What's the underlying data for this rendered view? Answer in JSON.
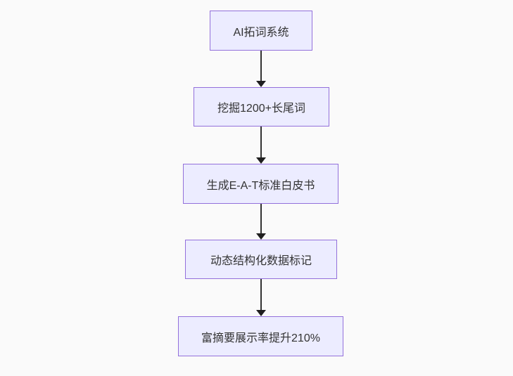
{
  "diagram": {
    "type": "flowchart",
    "direction": "top-down",
    "nodes": [
      {
        "id": "A",
        "label": "AI拓词系统"
      },
      {
        "id": "B",
        "label": "挖掘1200+长尾词"
      },
      {
        "id": "C",
        "label": "生成E-A-T标准白皮书"
      },
      {
        "id": "D",
        "label": "动态结构化数据标记"
      },
      {
        "id": "E",
        "label": "富摘要展示率提升210%"
      }
    ],
    "edges": [
      {
        "from": "A",
        "to": "B"
      },
      {
        "from": "B",
        "to": "C"
      },
      {
        "from": "C",
        "to": "D"
      },
      {
        "from": "D",
        "to": "E"
      }
    ],
    "colors": {
      "background": "#fafafa",
      "node_fill": "#ECECFF",
      "node_border": "#9370DB",
      "text": "#333333",
      "arrow": "#333333",
      "arrow_head": "#1f1f1f"
    }
  }
}
